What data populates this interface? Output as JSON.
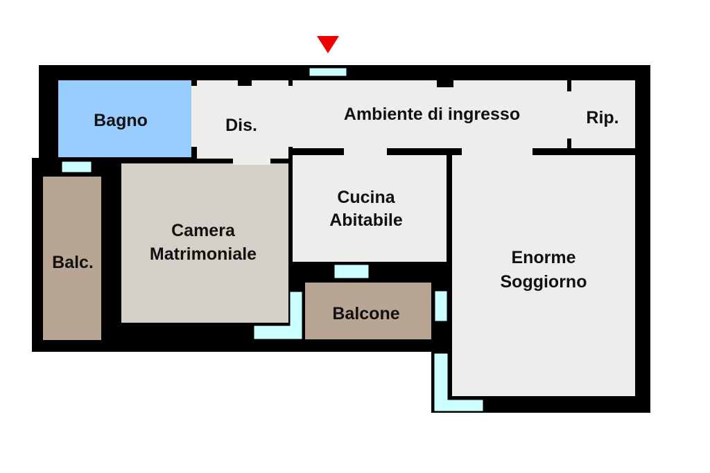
{
  "floorplan": {
    "rooms": {
      "bagno": "Bagno",
      "disimpegno": "Dis.",
      "ingresso": "Ambiente di ingresso",
      "ripostiglio": "Rip.",
      "cucina_line1": "Cucina",
      "cucina_line2": "Abitabile",
      "camera_line1": "Camera",
      "camera_line2": "Matrimoniale",
      "balc_left": "Balc.",
      "balcone": "Balcone",
      "soggiorno_line1": "Enorme",
      "soggiorno_line2": "Soggiorno"
    },
    "colors": {
      "wall": "#000000",
      "bathroom": "#99ccff",
      "living": "#efedeb",
      "bedroom": "#d3d0c7",
      "balcony": "#b8a594",
      "window": "#ccffff",
      "entrance_marker": "#ee0000"
    },
    "entrance_marker_icon": "down-triangle"
  }
}
